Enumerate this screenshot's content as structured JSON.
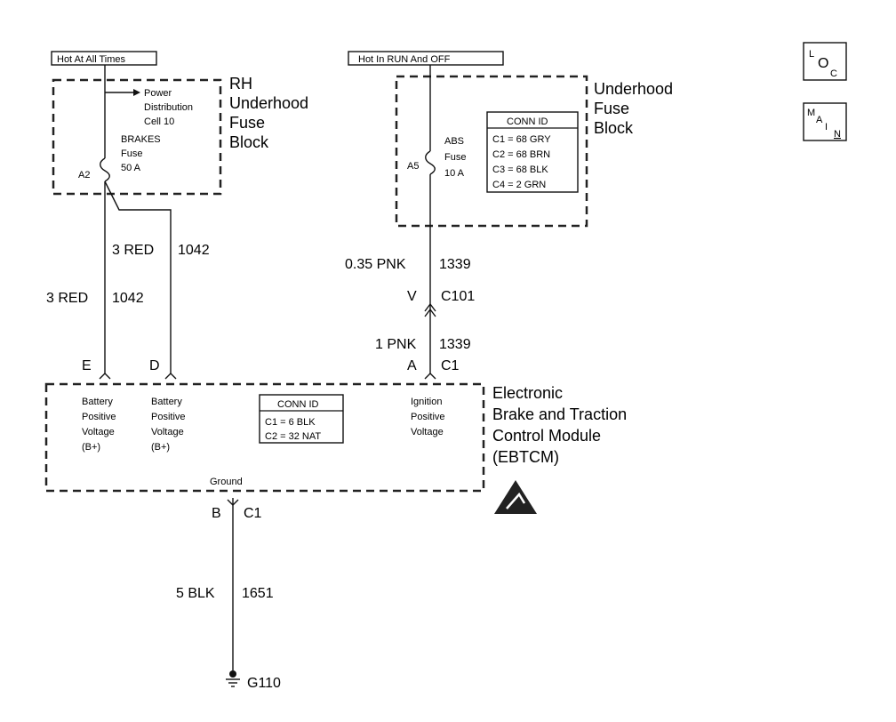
{
  "hot_at_all_times": "Hot At All Times",
  "hot_in_run_off": "Hot In RUN And OFF",
  "rh_fuse_block": {
    "title": [
      "RH",
      "Underhood",
      "Fuse",
      "Block"
    ],
    "pdc": [
      "Power",
      "Distribution",
      "Cell 10"
    ],
    "fuse": [
      "BRAKES",
      "Fuse",
      "50 A"
    ],
    "terminal": "A2"
  },
  "underhood_fuse_block": {
    "title": [
      "Underhood",
      "Fuse",
      "Block"
    ],
    "fuse": [
      "ABS",
      "Fuse",
      "10 A"
    ],
    "terminal": "A5",
    "conn_id": {
      "title": "CONN ID",
      "rows": [
        "C1 = 68 GRY",
        "C2 = 68 BRN",
        "C3 = 68 BLK",
        "C4 = 2 GRN"
      ]
    }
  },
  "wires": {
    "left_outer": {
      "size_color": "3 RED",
      "circuit": "1042"
    },
    "left_inner": {
      "size_color": "3 RED",
      "circuit": "1042"
    },
    "abs_upper": {
      "size_color": "0.35 PNK",
      "circuit": "1339"
    },
    "abs_lower": {
      "size_color": "1 PNK",
      "circuit": "1339"
    },
    "ground": {
      "size_color": "5 BLK",
      "circuit": "1651"
    }
  },
  "connector_c101": {
    "pin": "V",
    "name": "C101"
  },
  "ebtcm": {
    "title": [
      "Electronic",
      "Brake and Traction",
      "Control Module",
      "(EBTCM)"
    ],
    "pins": {
      "e": "E",
      "d": "D",
      "a": "A",
      "a_conn": "C1",
      "b": "B",
      "b_conn": "C1"
    },
    "battery_1": [
      "Battery",
      "Positive",
      "Voltage",
      "(B+)"
    ],
    "battery_2": [
      "Battery",
      "Positive",
      "Voltage",
      "(B+)"
    ],
    "ignition": [
      "Ignition",
      "Positive",
      "Voltage"
    ],
    "ground_label": "Ground",
    "conn_id": {
      "title": "CONN ID",
      "rows": [
        "C1 = 6 BLK",
        "C2 = 32 NAT"
      ]
    }
  },
  "ground_point": "G110",
  "nav": {
    "loc": {
      "l": "L",
      "o": "O",
      "c": "C"
    },
    "main": {
      "m": "M",
      "a": "A",
      "i": "I",
      "n": "N"
    }
  }
}
